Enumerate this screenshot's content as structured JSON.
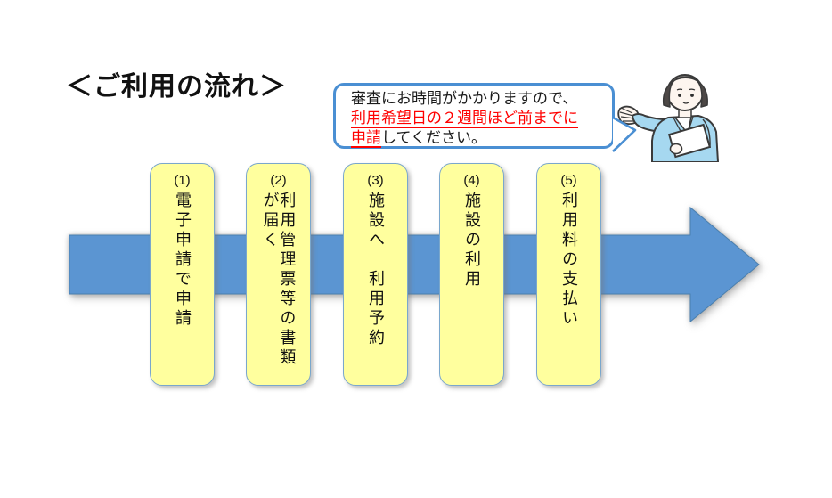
{
  "title": "＜ご利用の流れ＞",
  "callout": {
    "line1": "審査にお時間がかかりますので、",
    "line2": "利用希望日の２週間ほど前までに",
    "line3_highlight": "申請",
    "line3_rest": "してください。",
    "border_color": "#4a8fd3",
    "highlight_color": "#ff0000"
  },
  "illustration": {
    "name": "guide-woman-illustration",
    "jacket_color": "#a6d8f0",
    "hair_color": "#4d4846",
    "skin_color": "#fdf5ef",
    "outline_color": "#3a3a3a"
  },
  "flow_arrow": {
    "direction": "right",
    "fill": "#5b95d2",
    "stroke": "#4a7fae"
  },
  "steps": [
    {
      "num": "(1)",
      "label": "電子申請で申請"
    },
    {
      "num": "(2)",
      "label": "利用管理票等の書類が届く"
    },
    {
      "num": "(3)",
      "label": "施設へ　利用予約"
    },
    {
      "num": "(4)",
      "label": "施設の利用"
    },
    {
      "num": "(5)",
      "label": "利用料の支払い"
    }
  ],
  "colors": {
    "step_fill": "#ffff9e",
    "step_border": "#7aa7cc",
    "text": "#111111"
  }
}
